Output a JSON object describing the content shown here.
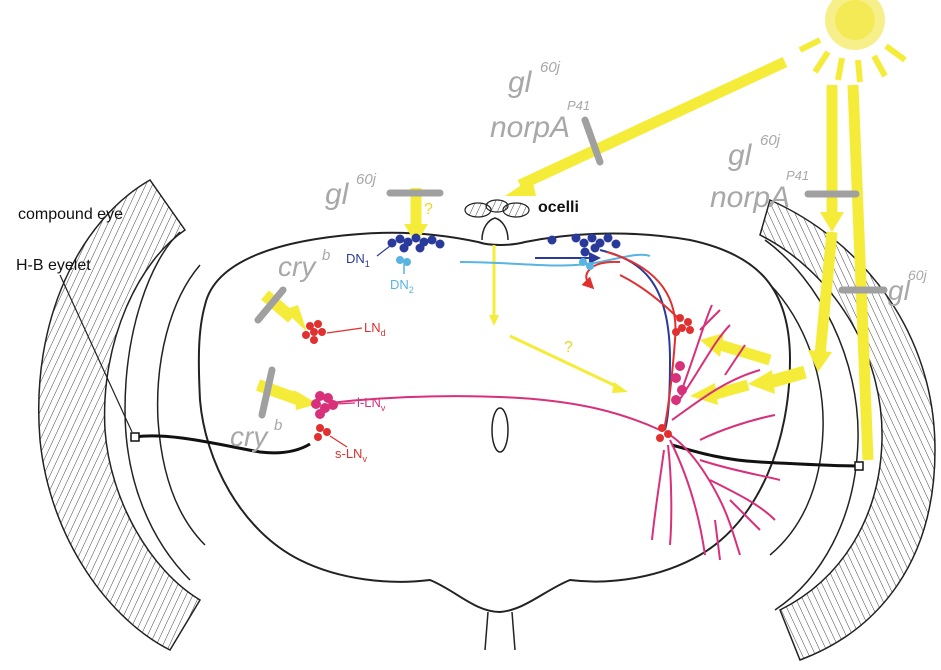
{
  "labels": {
    "compound_eye": "compound eye",
    "hb_eyelet": "H-B eyelet",
    "ocelli": "ocelli",
    "dn1_main": "DN",
    "dn1_sub": "1",
    "dn2_main": "DN",
    "dn2_sub": "2",
    "lnd_main": "LN",
    "lnd_sub": "d",
    "llnv_main": "l-LN",
    "llnv_sub": "v",
    "slnv_main": "s-LN",
    "slnv_sub": "v",
    "question": "?"
  },
  "genes": {
    "gl_base": "gl",
    "gl_sup": "60j",
    "norpa_base": "norpA",
    "norpa_sup": "P41",
    "cry_base": "cry",
    "cry_sup": "b"
  },
  "colors": {
    "light": "#f5ec3a",
    "block": "#a0a0a0",
    "dn1": "#2a3a9a",
    "dn2": "#58b4e0",
    "ln": "#e03030",
    "llnv": "#d8307a",
    "outline": "#222222",
    "gene_text": "#a8a8a8"
  }
}
